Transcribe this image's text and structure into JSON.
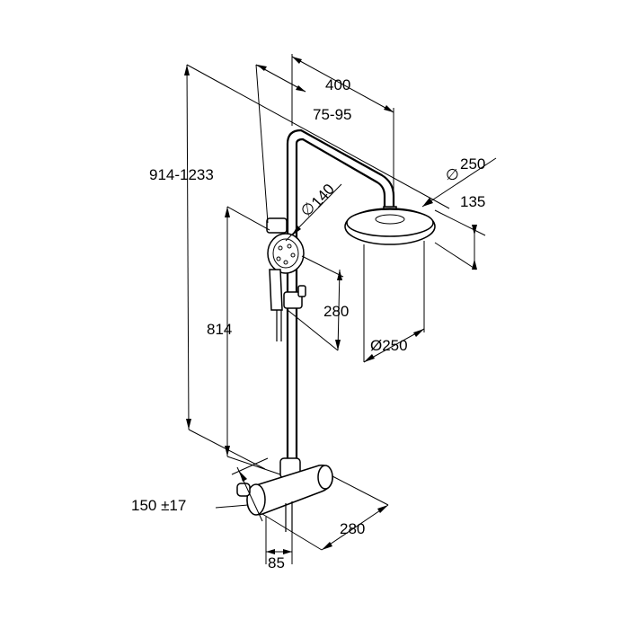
{
  "dimensions": {
    "width_400": "400",
    "offset_75_95": "75-95",
    "height_914_1233": "914-1233",
    "head_diameter": "250",
    "head_height": "135",
    "hand_diameter": "140",
    "hand_280": "280",
    "height_814": "814",
    "overhead_diameter": "Ø250",
    "wall_150": "150 ±17",
    "width_280": "280",
    "depth_85": "85"
  },
  "symbols": {
    "diameter": "∅"
  },
  "colors": {
    "line": "#000000",
    "background": "#ffffff"
  }
}
